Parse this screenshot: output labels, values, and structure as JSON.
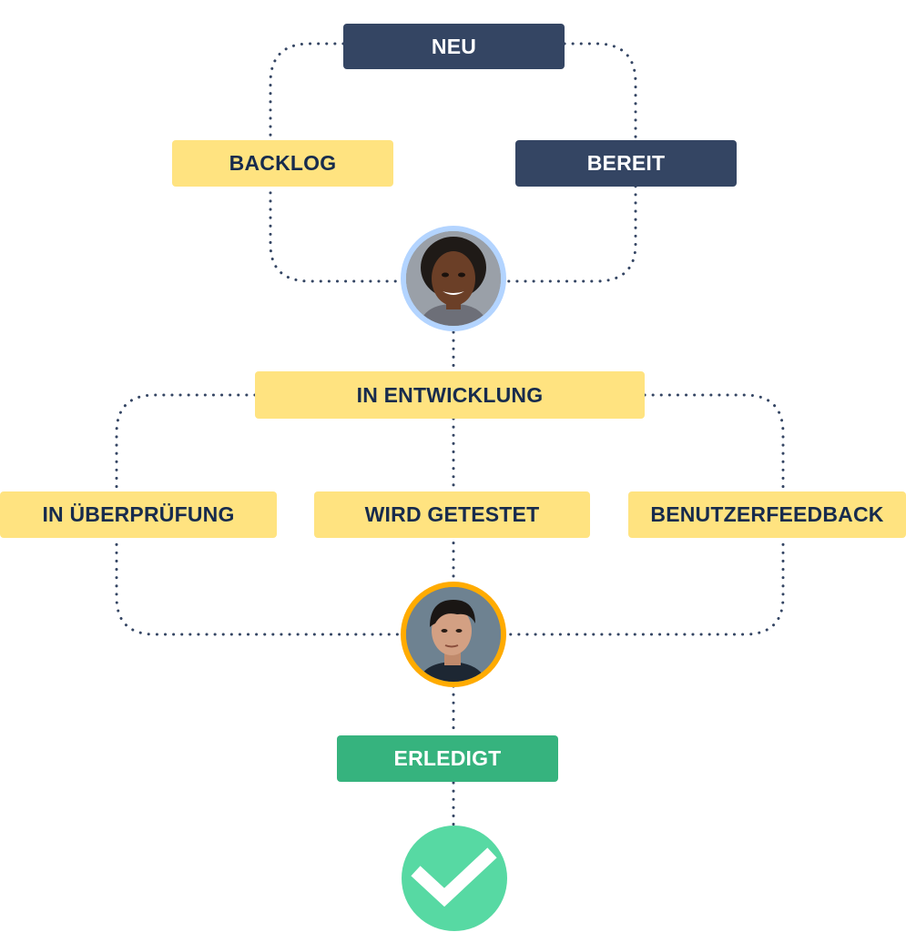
{
  "nodes": {
    "neu": "NEU",
    "backlog": "BACKLOG",
    "bereit": "BEREIT",
    "in_entwicklung": "IN ENTWICKLUNG",
    "in_ueberpruefung": "IN ÜBERPRÜFUNG",
    "wird_getestet": "WIRD GETESTET",
    "benutzerfeedback": "BENUTZERFEEDBACK",
    "erledigt": "ERLEDIGT"
  },
  "colors": {
    "dark_status": "#344563",
    "yellow_status": "#FFE380",
    "green_status": "#36B37E",
    "connector": "#344563",
    "avatar_ring_top": "#B3D4FF",
    "avatar_ring_bottom": "#FFAB00",
    "check_circle": "#57D9A3"
  },
  "icons": {
    "avatar_top": "person-avatar-icon",
    "avatar_bottom": "person-avatar-icon",
    "done": "checkmark-icon"
  }
}
